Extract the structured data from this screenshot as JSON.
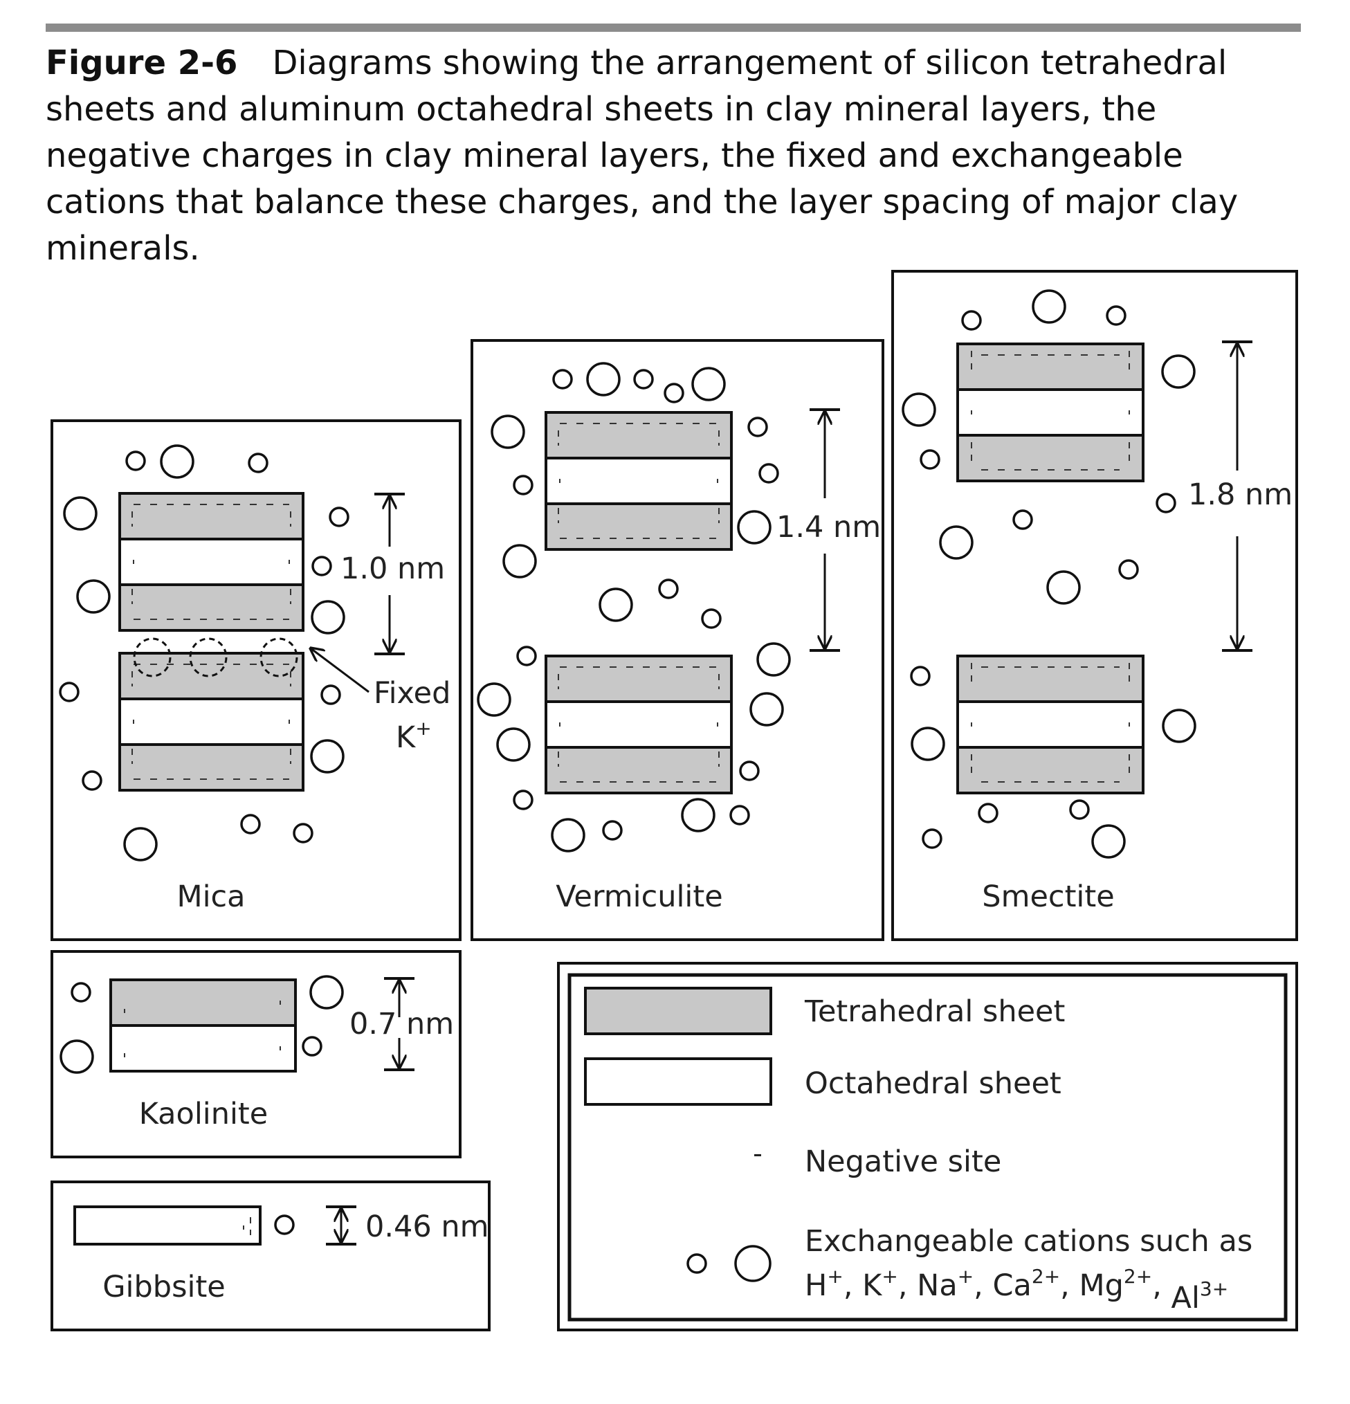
{
  "caption": {
    "figure_label": "Figure 2-6",
    "text": "Diagrams showing the arrangement of silicon tetrahedral sheets and aluminum octahedral sheets in clay mineral layers, the negative charges in clay mineral layers, the fixed and exchangeable cations that balance these charges, and the layer spacing of major clay minerals."
  },
  "panels": {
    "mica": {
      "name": "Mica",
      "spacing": "1.0 nm",
      "fixed_label_line1": "Fixed",
      "fixed_label_line2": "K",
      "fixed_label_sup": "+"
    },
    "vermiculite": {
      "name": "Vermiculite",
      "spacing": "1.4 nm"
    },
    "smectite": {
      "name": "Smectite",
      "spacing": "1.8 nm"
    },
    "kaolinite": {
      "name": "Kaolinite",
      "spacing": "0.7 nm"
    },
    "gibbsite": {
      "name": "Gibbsite",
      "spacing": "0.46 nm"
    }
  },
  "legend": {
    "tetrahedral": "Tetrahedral sheet",
    "octahedral": "Octahedral sheet",
    "negative_symbol": "-",
    "negative": "Negative site",
    "cations_line1": "Exchangeable cations such as",
    "cations": [
      {
        "base": "H",
        "sup": "+"
      },
      {
        "base": "K",
        "sup": "+"
      },
      {
        "base": "Na",
        "sup": "+"
      },
      {
        "base": "Ca",
        "sup": "2+"
      },
      {
        "base": "Mg",
        "sup": "2+"
      },
      {
        "base": "Al",
        "sup": "3+"
      }
    ]
  },
  "colors": {
    "tetrahedral_fill": "#c8c8c8",
    "octahedral_fill": "#ffffff",
    "line": "#111111",
    "rule": "#8c8c8c"
  }
}
